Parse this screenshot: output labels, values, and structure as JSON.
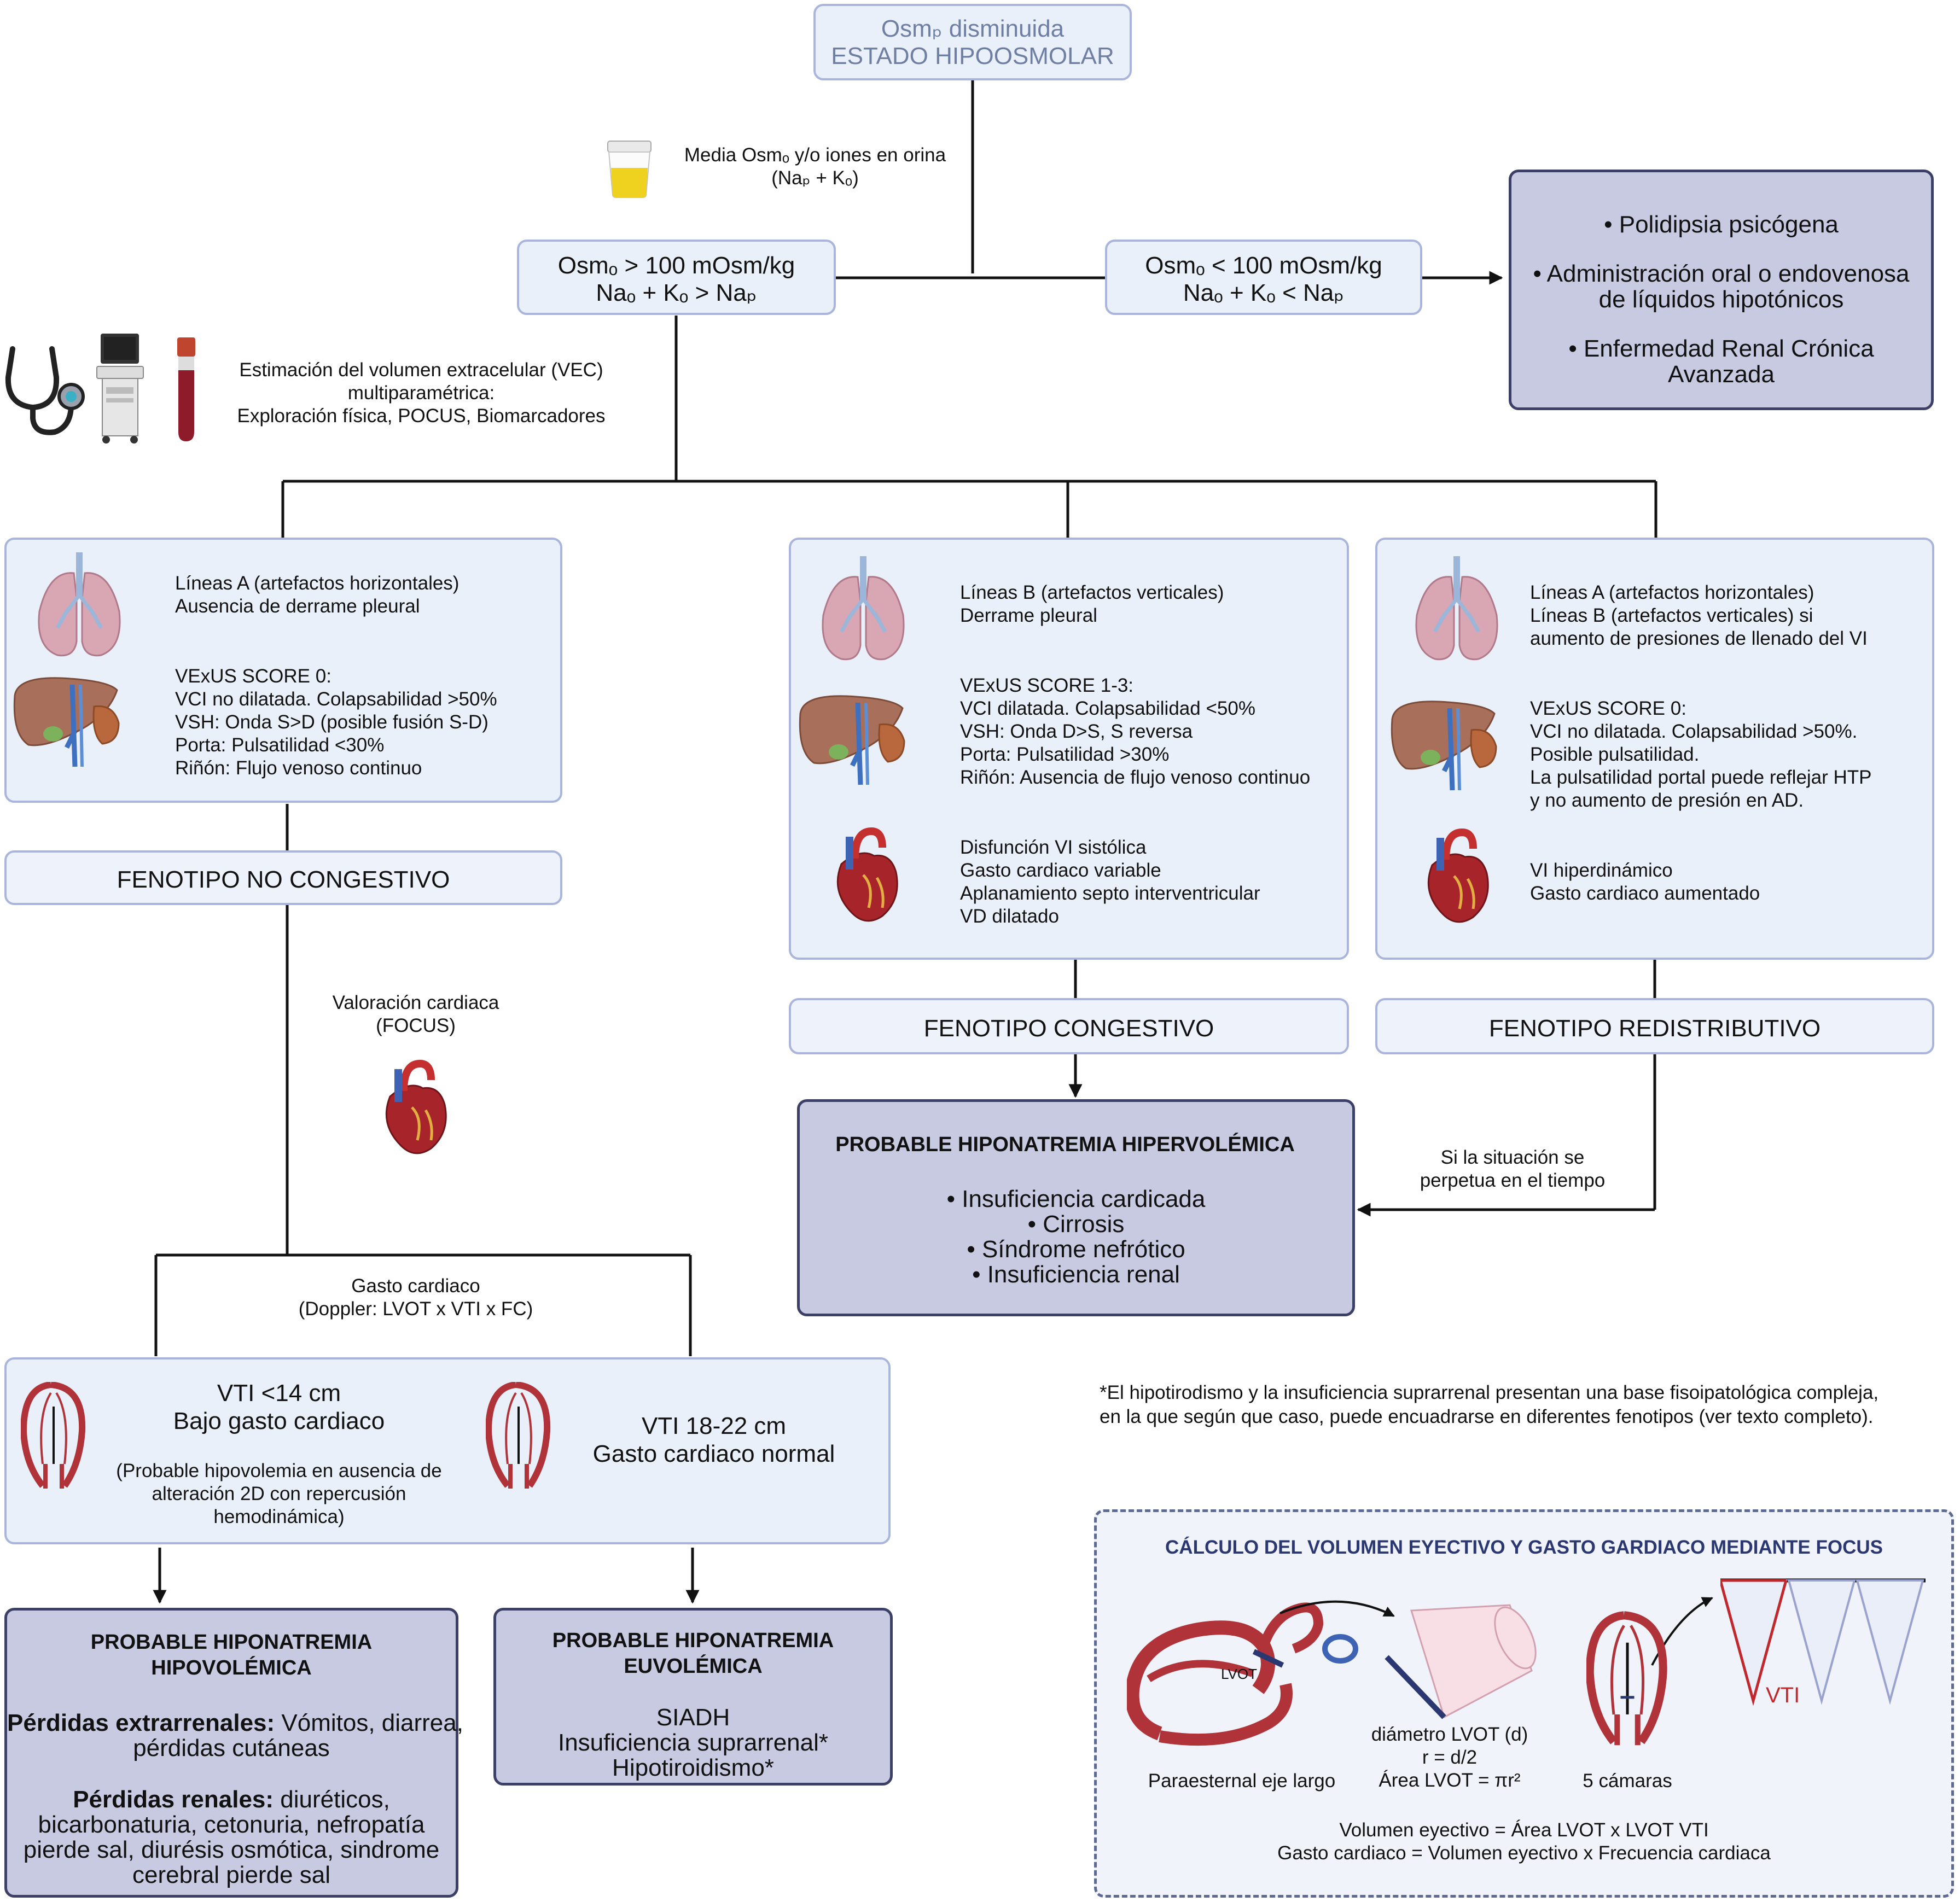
{
  "top": {
    "line1": "Osmₚ disminuida",
    "line2": "ESTADO HIPOOSMOLAR"
  },
  "urine_label": {
    "line1": "Media Osmₒ y/o iones en orina",
    "line2": "(Naₚ + Kₒ)"
  },
  "branch_high": {
    "line1": "Osmₒ > 100 mOsm/kg",
    "line2": "Naₒ + Kₒ > Naₚ"
  },
  "branch_low": {
    "line1": "Osmₒ < 100 mOsm/kg",
    "line2": "Naₒ + Kₒ < Naₚ"
  },
  "low_causes": {
    "b1": "•  Polidipsia psicógena",
    "b2a": "•  Administración oral o endovenosa",
    "b2b": "de líquidos hipotónicos",
    "b3a": "•  Enfermedad Renal Crónica",
    "b3b": "Avanzada"
  },
  "vec": {
    "line1": "Estimación del volumen extracelular (VEC)",
    "line2": "multiparamétrica:",
    "line3": "Exploración física, POCUS, Biomarcadores"
  },
  "box_left": {
    "lung1": "Líneas A (artefactos horizontales)",
    "lung2": "Ausencia de derrame pleural",
    "v1": "VExUS SCORE 0:",
    "v2": "VCI no dilatada. Colapsabilidad >50%",
    "v3": "VSH: Onda S>D (posible fusión S-D)",
    "v4": "Porta: Pulsatilidad <30%",
    "v5": "Riñón: Flujo venoso continuo"
  },
  "box_mid": {
    "lung1": "Líneas B (artefactos verticales)",
    "lung2": "Derrame pleural",
    "v1": "VExUS SCORE 1-3:",
    "v2": "VCI dilatada. Colapsabilidad <50%",
    "v3": "VSH: Onda D>S, S reversa",
    "v4": "Porta: Pulsatilidad >30%",
    "v5": "Riñón: Ausencia de flujo venoso continuo",
    "h1": "Disfunción VI sistólica",
    "h2": "Gasto cardiaco variable",
    "h3": "Aplanamiento septo interventricular",
    "h4": "VD dilatado"
  },
  "box_right": {
    "lung1": "Líneas A (artefactos horizontales)",
    "lung2": "Líneas B (artefactos verticales) si",
    "lung3": "aumento de presiones de llenado del VI",
    "v1": "VExUS SCORE 0:",
    "v2": "VCI no dilatada. Colapsabilidad >50%.",
    "v3": "Posible pulsatilidad.",
    "v4": "La pulsatilidad portal puede reflejar HTP",
    "v5": "y no aumento de presión en AD.",
    "h1": "VI hiperdinámico",
    "h2": "Gasto cardiaco aumentado"
  },
  "phenotype": {
    "no_congestivo": "FENOTIPO NO CONGESTIVO",
    "congestivo": "FENOTIPO CONGESTIVO",
    "redistributivo": "FENOTIPO REDISTRIBUTIVO"
  },
  "hiper": {
    "title": "PROBABLE HIPONATREMIA HIPERVOLÉMICA",
    "b1": "•  Insuficiencia cardicada",
    "b2": "•  Cirrosis",
    "b3": "•  Síndrome nefrótico",
    "b4": "•  Insuficiencia renal"
  },
  "perpetua": {
    "line1": "Si la situación se",
    "line2": "perpetua en el tiempo"
  },
  "valoracion": {
    "line1": "Valoración cardiaca",
    "line2": "(FOCUS)"
  },
  "gasto": {
    "line1": "Gasto cardiaco",
    "line2": "(Doppler: LVOT x VTI x FC)"
  },
  "vti_low": {
    "l1": "VTI <14  cm",
    "l2": "Bajo gasto cardiaco",
    "n1": "(Probable hipovolemia en ausencia de",
    "n2": "alteración 2D con repercusión",
    "n3": "hemodinámica)"
  },
  "vti_norm": {
    "l1": "VTI 18-22 cm",
    "l2": "Gasto cardiaco normal"
  },
  "hipo": {
    "t1": "PROBABLE HIPONATREMIA",
    "t2": "HIPOVOLÉMICA",
    "extra_label": "Pérdidas extrarrenales:",
    "extra_1": " Vómitos, diarrea,",
    "extra_2": "pérdidas cutáneas",
    "renal_label": "Pérdidas renales:",
    "renal_1": " diuréticos,",
    "renal_2": "bicarbonaturia, cetonuria, nefropatía",
    "renal_3": "pierde sal, diurésis osmótica, sindrome",
    "renal_4": "cerebral pierde sal"
  },
  "euvo": {
    "t1": "PROBABLE HIPONATREMIA",
    "t2": "EUVOLÉMICA",
    "l1": "SIADH",
    "l2": "Insuficiencia suprarrenal*",
    "l3": "Hipotiroidismo*"
  },
  "footnote": {
    "line1": "*El hipotirodismo y la insuficiencia suprarrenal presentan una base fisoipatológica compleja,",
    "line2": "en la que según que caso, puede encuadrarse en diferentes fenotipos (ver texto completo)."
  },
  "calc": {
    "title": "CÁLCULO DEL VOLUMEN EYECTIVO Y GASTO GARDIACO MEDIANTE FOCUS",
    "lvot": "LVOT",
    "plax": "Paraesternal eje largo",
    "d1": "diámetro LVOT (d)",
    "d2": "r = d/2",
    "d3": "Área LVOT = πr²",
    "cam": "5 cámaras",
    "vti": "VTI",
    "f1": "Volumen eyectivo = Área LVOT x LVOT VTI",
    "f2": "Gasto cardiaco = Volumen eyectivo x Frecuencia cardiaca"
  },
  "colors": {
    "light_box": "#eaf0f9",
    "light_border": "#a9b5dc",
    "dark_box": "#c8cae2",
    "dark_border": "#3d4066",
    "title_blue": "#2a3770",
    "vti_red": "#c0282c"
  }
}
